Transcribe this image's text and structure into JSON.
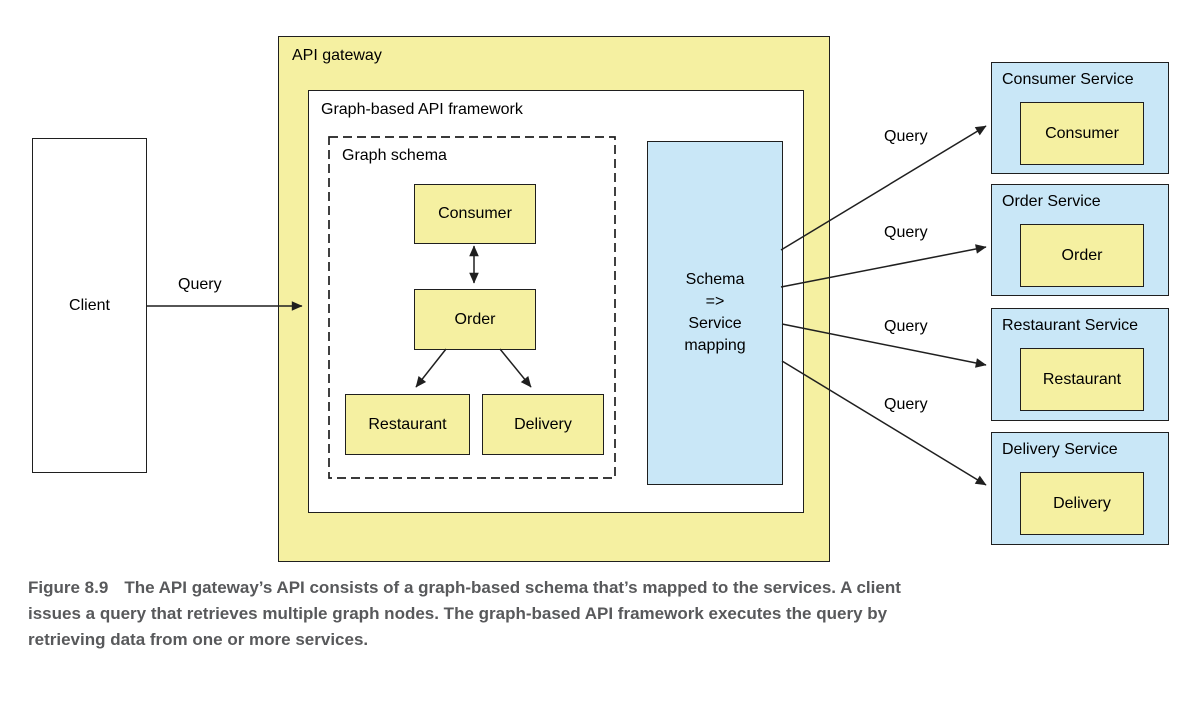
{
  "figure": {
    "client": {
      "label": "Client"
    },
    "gateway": {
      "label": "API gateway",
      "framework": {
        "label": "Graph-based API framework",
        "schema": {
          "label": "Graph schema",
          "nodes": [
            {
              "id": "consumer",
              "label": "Consumer"
            },
            {
              "id": "order",
              "label": "Order"
            },
            {
              "id": "restaurant",
              "label": "Restaurant"
            },
            {
              "id": "delivery",
              "label": "Delivery"
            }
          ]
        },
        "mapping": {
          "lines": [
            "Schema",
            "=>",
            "Service",
            "mapping"
          ]
        }
      }
    },
    "services": [
      {
        "label": "Consumer Service",
        "node": "Consumer"
      },
      {
        "label": "Order Service",
        "node": "Order"
      },
      {
        "label": "Restaurant Service",
        "node": "Restaurant"
      },
      {
        "label": "Delivery Service",
        "node": "Delivery"
      }
    ],
    "edges": [
      {
        "from": "Client",
        "to": "API gateway",
        "label": "Query"
      },
      {
        "from": "Consumer",
        "to": "Order",
        "style": "bidirectional"
      },
      {
        "from": "Order",
        "to": "Restaurant"
      },
      {
        "from": "Order",
        "to": "Delivery"
      },
      {
        "from": "Schema => Service mapping",
        "to": "Consumer Service",
        "label": "Query"
      },
      {
        "from": "Schema => Service mapping",
        "to": "Order Service",
        "label": "Query"
      },
      {
        "from": "Schema => Service mapping",
        "to": "Restaurant Service",
        "label": "Query"
      },
      {
        "from": "Schema => Service mapping",
        "to": "Delivery Service",
        "label": "Query"
      }
    ]
  },
  "caption": {
    "figure_label": "Figure 8.9",
    "lines": [
      "The API gateway’s API consists of a graph-based schema that’s mapped to the services. A client",
      "issues a query that retrieves multiple graph nodes. The graph-based API framework executes the query by",
      "retrieving data from one or more services."
    ]
  },
  "colors": {
    "box_yellow": "#F5F0A1",
    "box_blue": "#C9E7F7",
    "line": "#1F1F1F",
    "caption_text": "#58595B"
  }
}
